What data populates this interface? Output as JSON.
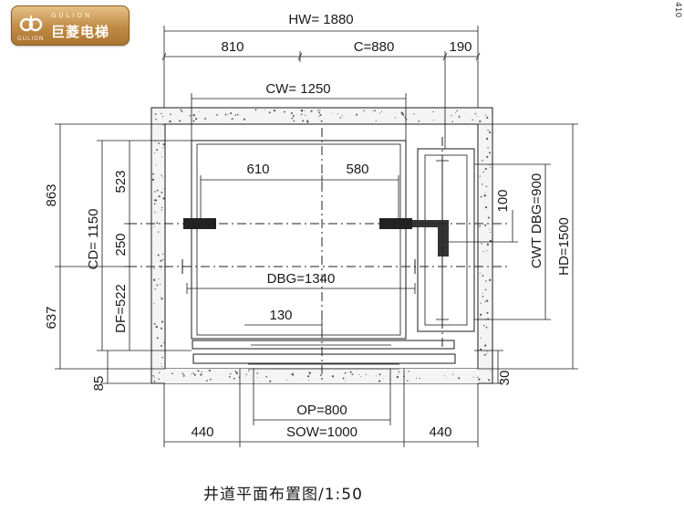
{
  "logo": {
    "en": "GULION",
    "cn": "巨菱电梯",
    "sub": "GULION"
  },
  "edge_text": "410",
  "caption": "井道平面布置图/1:50",
  "dims": {
    "hw": "HW= 1880",
    "w810": "810",
    "c880": "C=880",
    "w190": "190",
    "cw": "CW= 1250",
    "w610": "610",
    "w580": "580",
    "dbg": "DBG=1340",
    "w130": "130",
    "op": "OP=800",
    "sow": "SOW=1000",
    "w440l": "440",
    "w440r": "440",
    "h863": "863",
    "h637": "637",
    "h523": "523",
    "h250": "250",
    "cd": "CD= 1150",
    "df": "DF=522",
    "h85": "85",
    "h100": "100",
    "cwt": "CWT DBG=900",
    "hd": "HD=1500",
    "h30": "30"
  }
}
